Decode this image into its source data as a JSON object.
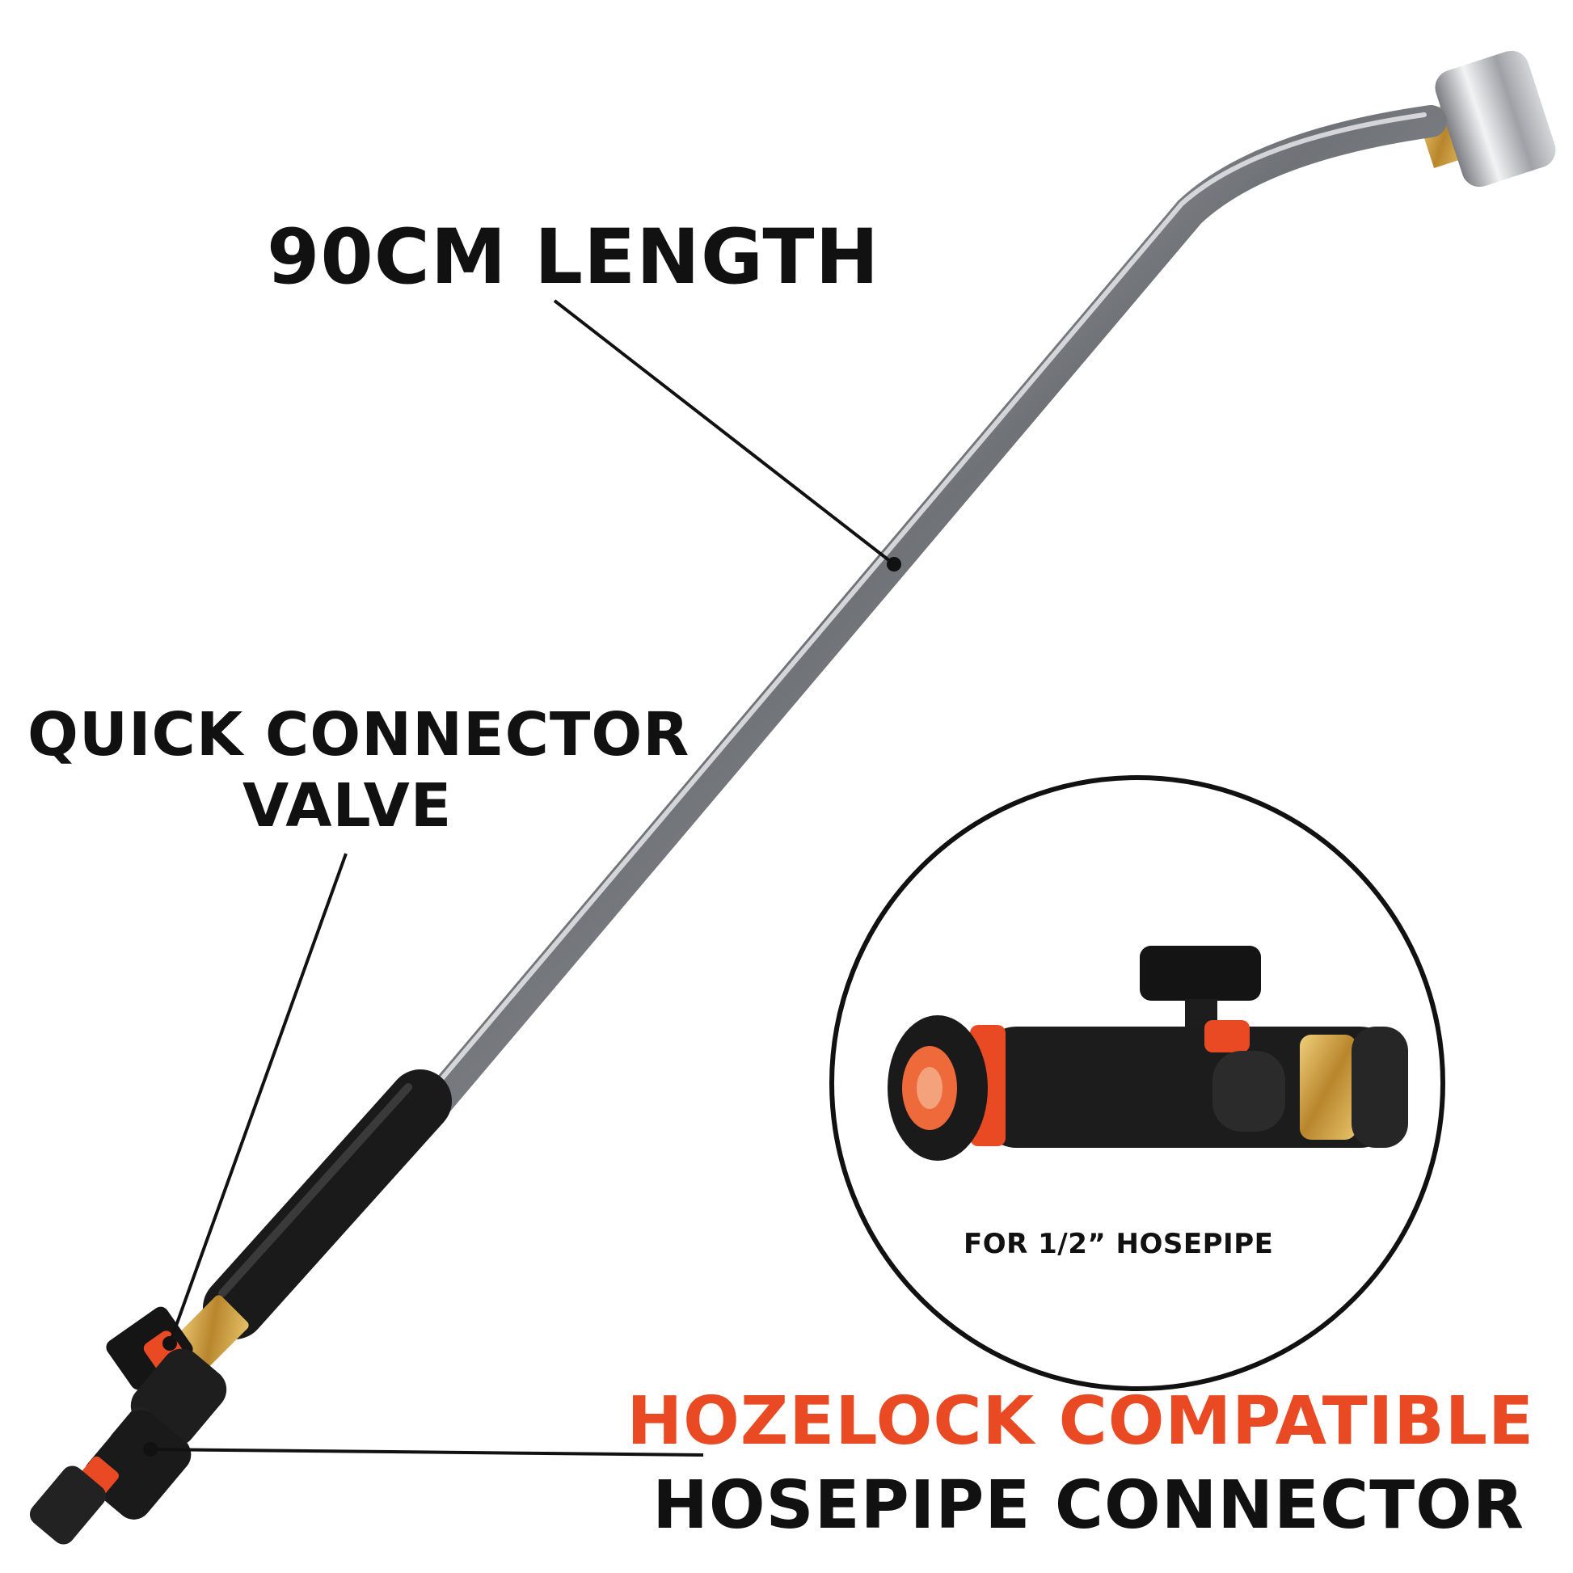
{
  "colors": {
    "background": "#ffffff",
    "text": "#111111",
    "accent_orange": "#ea4a23",
    "steel": "#8e9196",
    "grip_black": "#1a1a1a",
    "brass": "#c89a3a"
  },
  "labels": {
    "length": "90CM LENGTH",
    "quick_line1": "QUICK CONNECTOR",
    "quick_line2": "VALVE",
    "compatible_line1": "HOZELOCK COMPATIBLE",
    "compatible_line2": "HOSEPIPE CONNECTOR",
    "inset_caption": "FOR 1/2” HOSEPIPE"
  }
}
